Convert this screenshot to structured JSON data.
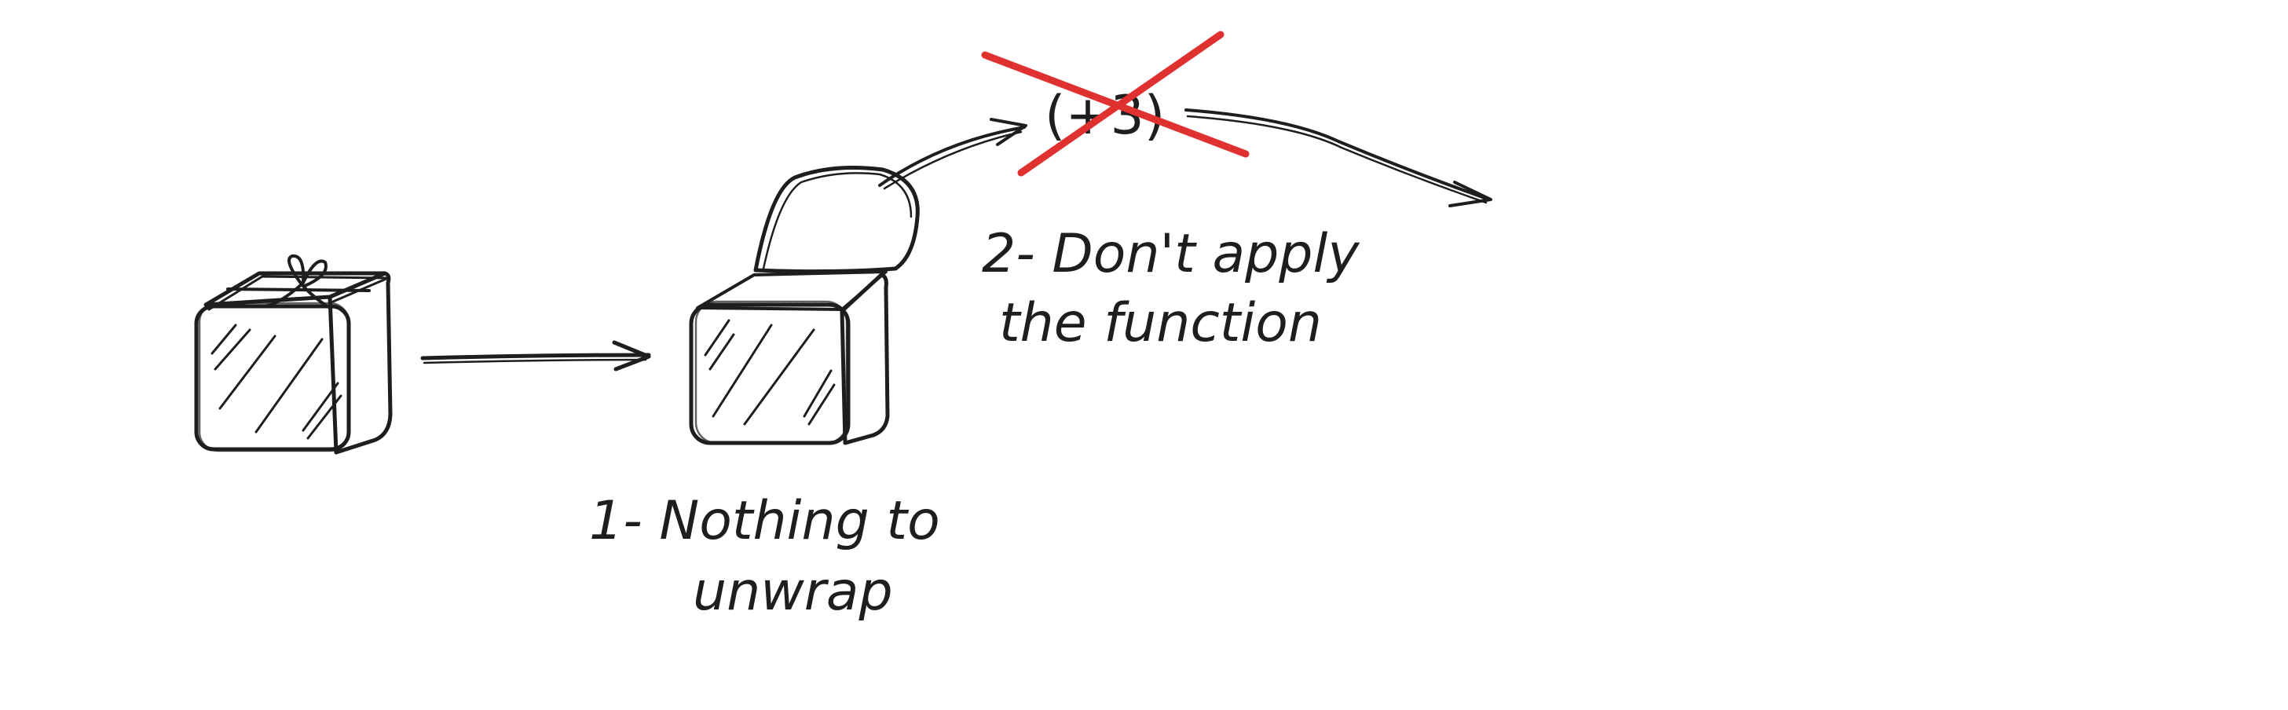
{
  "labels": {
    "step1_line1": "1- Nothing to",
    "step1_line2": "unwrap",
    "step2_line1": "2- Don't apply",
    "step2_line2": "the function",
    "operation": "(+3)"
  },
  "colors": {
    "box_fill_light": "#fddde0",
    "box_fill_side": "#f8c2c6",
    "lid_fill": "#fbc3c7",
    "ink": "#1e1e1e",
    "cross": "#e03131"
  }
}
